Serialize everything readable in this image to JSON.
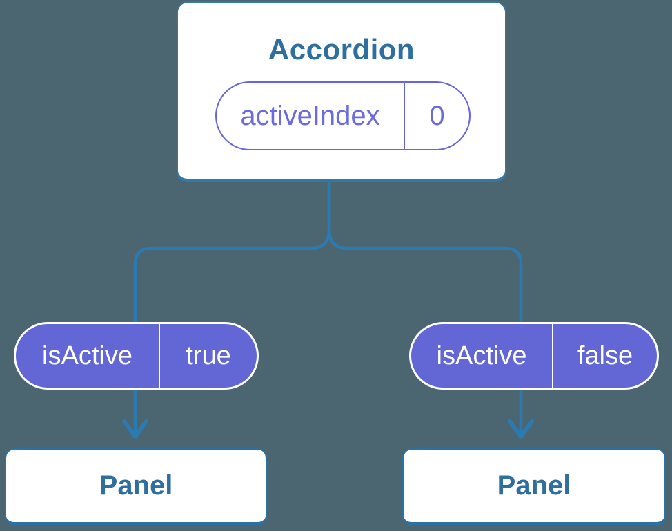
{
  "background_color": "#4C6671",
  "palette": {
    "connector_blue": "#2B7AB1",
    "card_border_blue": "#3478A6",
    "heading_text_blue": "#2F6F9F",
    "pill_outline_purple": "#6565DF",
    "pill_fill_purple": "#6367D6",
    "pill_text_white": "#FFFFFF"
  },
  "root_card": {
    "title": "Accordion",
    "state_pill": {
      "name": "activeIndex",
      "value": "0"
    }
  },
  "branches": [
    {
      "prop_pill": {
        "name": "isActive",
        "value": "true"
      },
      "panel": {
        "label": "Panel"
      }
    },
    {
      "prop_pill": {
        "name": "isActive",
        "value": "false"
      },
      "panel": {
        "label": "Panel"
      }
    }
  ]
}
